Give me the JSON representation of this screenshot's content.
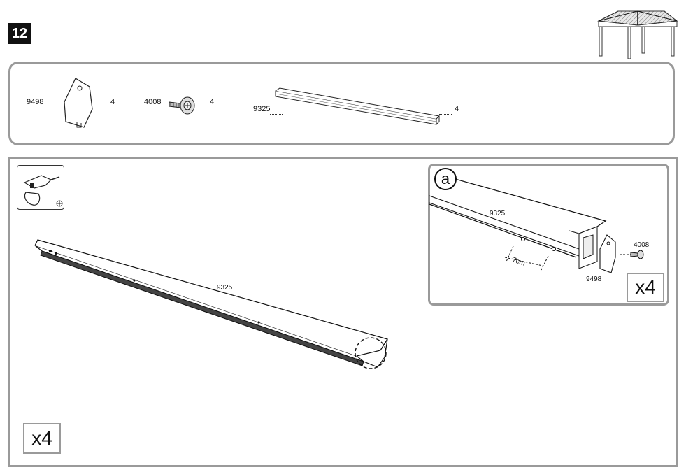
{
  "step": {
    "number": "12"
  },
  "parts": [
    {
      "id": "9498",
      "qty": "4",
      "icon": "mounting-plate-icon"
    },
    {
      "id": "4008",
      "qty": "4",
      "icon": "screw-icon"
    },
    {
      "id": "9325",
      "qty": "4",
      "icon": "rail-beam-icon"
    }
  ],
  "main": {
    "beam_label": "9325",
    "multiplier": "x4",
    "tool_icon": "drill-icon"
  },
  "detail": {
    "letter": "a",
    "beam_label": "9325",
    "plate_label": "9498",
    "screw_label": "4008",
    "measurement": "7cm",
    "multiplier": "x4"
  }
}
